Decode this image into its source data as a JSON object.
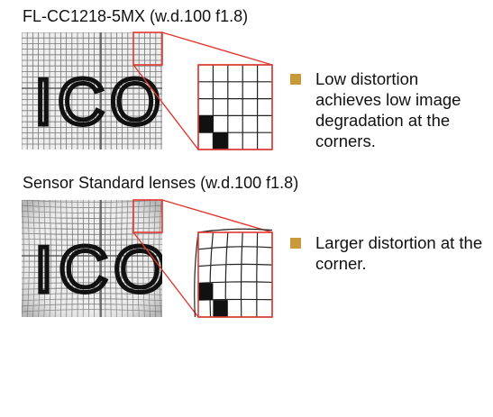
{
  "accent_color": "#e2372f",
  "bullet_color": "#c79b3c",
  "panels": [
    {
      "heading": "FL-CC1218-5MX (w.d.100 f1.8)",
      "caption": "Low distortion achieves low image degradation at the corners.",
      "distortion": "low"
    },
    {
      "heading": "Sensor Standard lenses (w.d.100 f1.8)",
      "caption": "Larger distortion at the corner.",
      "distortion": "high"
    }
  ],
  "sample_text": "ICO"
}
